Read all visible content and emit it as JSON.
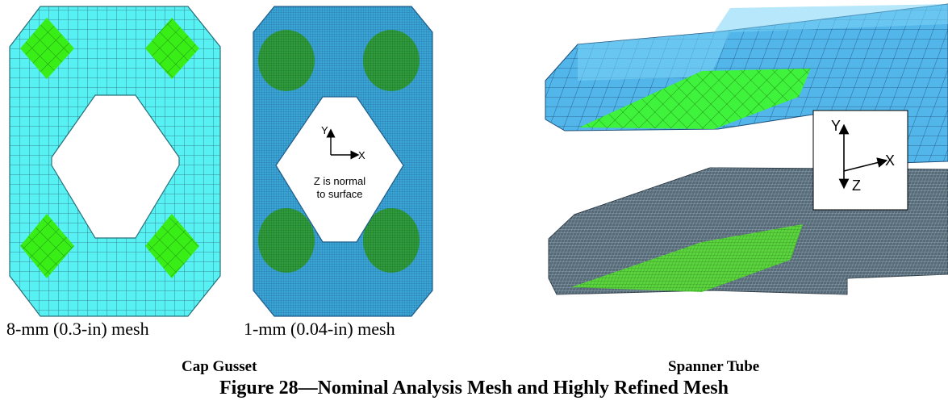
{
  "coarse_gusset": {
    "label": "8-mm (0.3-in) mesh",
    "colors": {
      "plate": "#57f1f3",
      "weld": "#38ee16",
      "edge": "#2a6f7a"
    }
  },
  "fine_gusset": {
    "label": "1-mm (0.04-in) mesh",
    "axis_y": "Y",
    "axis_x": "X",
    "note_line1": "Z is normal",
    "note_line2": "to surface",
    "colors": {
      "plate": "#3aa6d8",
      "weld": "#2f9c3c",
      "edge": "#1f5c8a"
    }
  },
  "spanner_tube": {
    "axis_y": "Y",
    "axis_x": "X",
    "axis_z": "Z",
    "colors": {
      "coarse_tube": "#52b6ea",
      "coarse_weld": "#3ff33c",
      "fine_tube": "#566a78",
      "fine_weld": "#5bd43d"
    }
  },
  "captions": {
    "cap_gusset": "Cap Gusset",
    "spanner_tube": "Spanner Tube",
    "figure": "Figure 28—Nominal Analysis Mesh and Highly Refined Mesh"
  }
}
